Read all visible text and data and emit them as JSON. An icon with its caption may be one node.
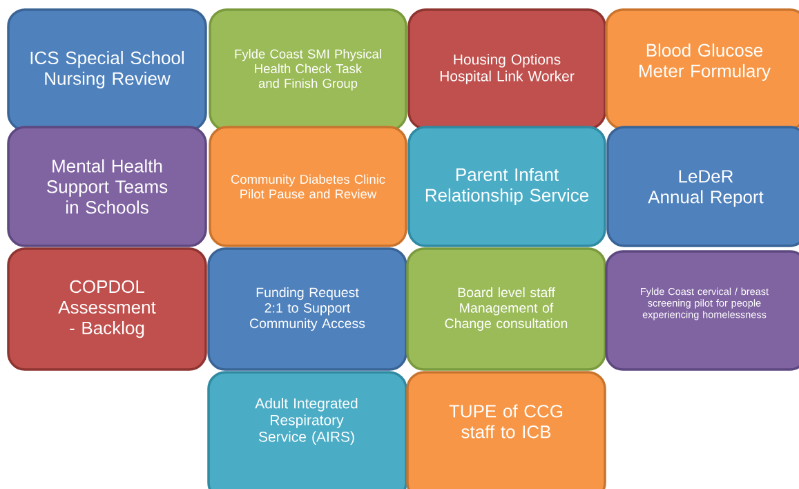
{
  "diagram": {
    "nodes": [
      {
        "text": [
          "ICS Special School Nursing Review"
        ]
      },
      {
        "text": [
          "Fylde Coast SMI Physical Health Check Task and Finish Group"
        ]
      },
      {
        "text": [
          "Housing Options Hospital Link Worker"
        ]
      },
      {
        "text": [
          "Blood Glucose Meter Formulary"
        ]
      },
      {
        "text": [
          "Mental Health Support Teams in Schools"
        ]
      },
      {
        "text": [
          "Community Diabetes Clinic Pilot Pause and Review"
        ]
      },
      {
        "text": [
          "Parent Infant Relationship Service"
        ]
      },
      {
        "text": [
          "LeDeR Annual Report"
        ]
      },
      {
        "text": [
          "COPDOL Assessment - Backlog"
        ]
      },
      {
        "text": [
          "Funding Request 2:1 to Support Community Access"
        ]
      },
      {
        "text": [
          "Board level staff Management of Change consultation"
        ]
      },
      {
        "text": [
          "Fylde Coast cervical / breast screening pilot for people experiencing homelessness"
        ]
      },
      {
        "text": [
          "Adult Integrated Respiratory Service (AIRS)"
        ]
      },
      {
        "text": [
          "TUPE of CCG staff to ICB"
        ]
      }
    ]
  }
}
